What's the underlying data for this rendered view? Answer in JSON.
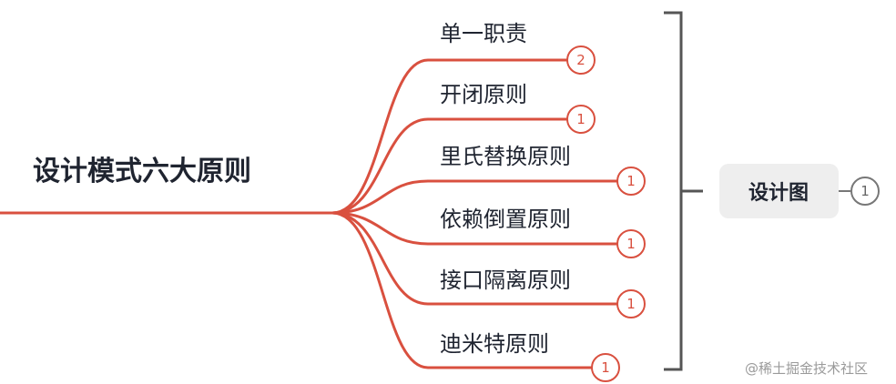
{
  "root": {
    "title": "设计模式六大原则"
  },
  "branches": [
    {
      "label": "单一职责",
      "count": "2"
    },
    {
      "label": "开闭原则",
      "count": "1"
    },
    {
      "label": "里氏替换原则",
      "count": "1"
    },
    {
      "label": "依赖倒置原则",
      "count": "1"
    },
    {
      "label": "接口隔离原则",
      "count": "1"
    },
    {
      "label": "迪米特原则",
      "count": "1"
    }
  ],
  "summary": {
    "label": "设计图",
    "count": "1"
  },
  "watermark": "@稀土掘金技术社区",
  "colors": {
    "branch": "#d9503f",
    "bracket": "#555555",
    "summary_bg": "#eeeeee",
    "text": "#1f2430"
  }
}
